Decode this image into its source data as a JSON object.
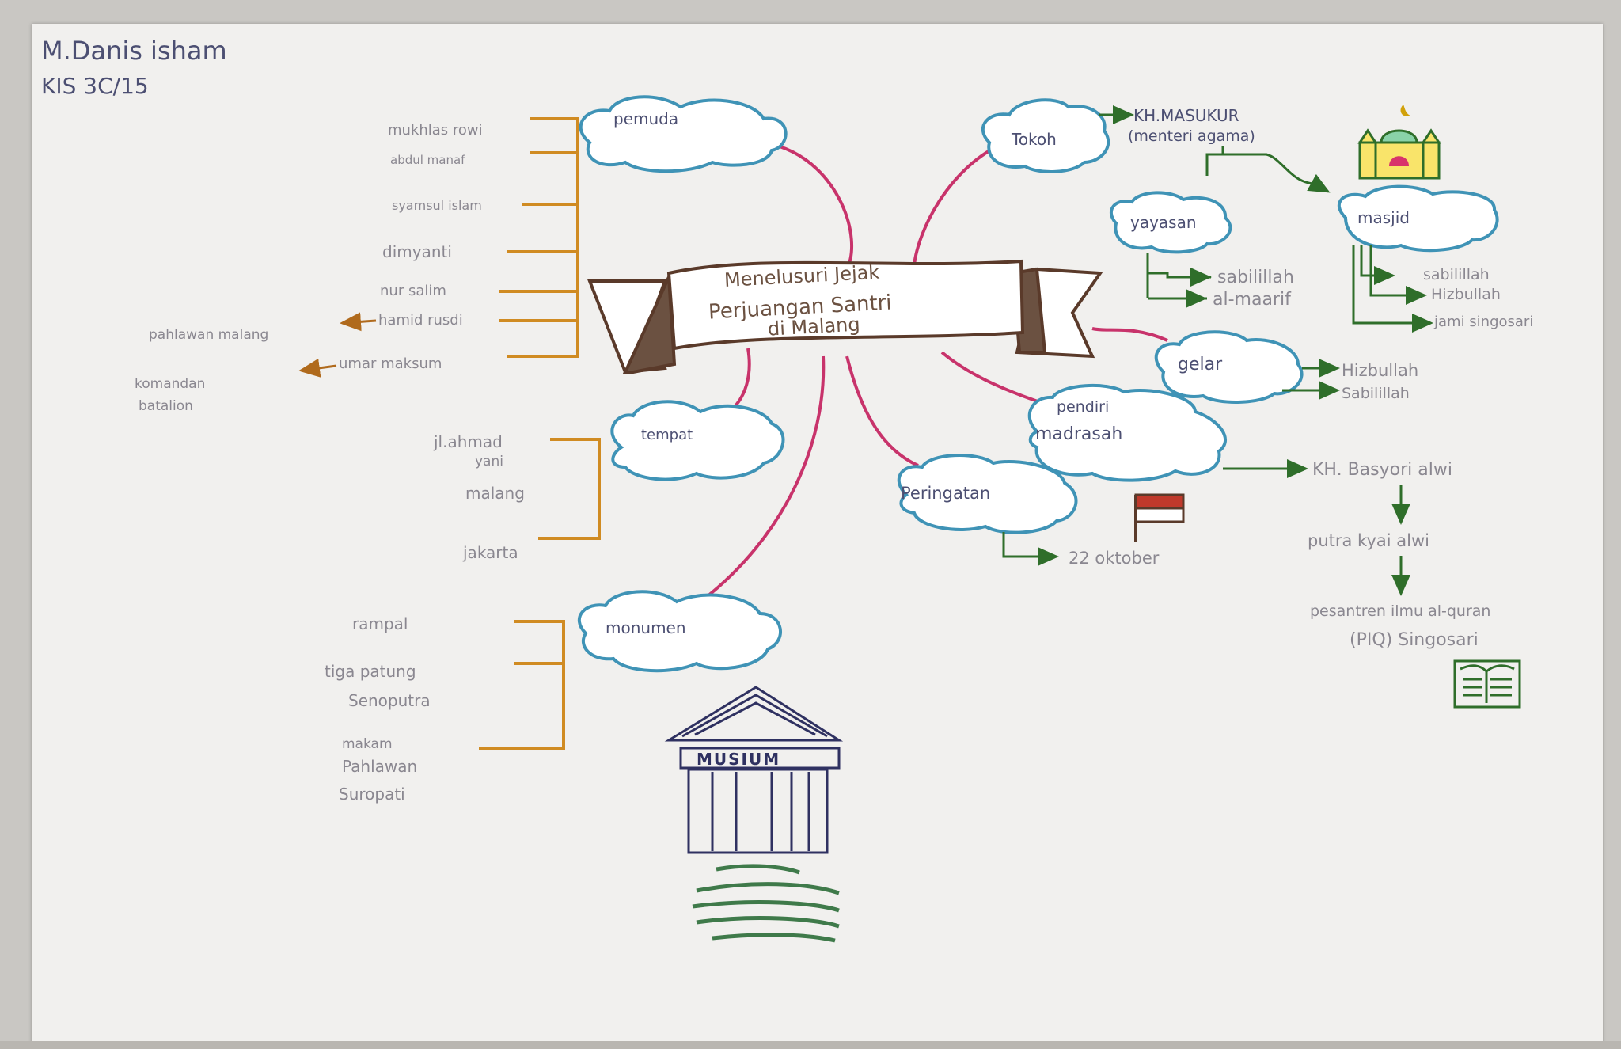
{
  "author": {
    "name": "M.Danis isham",
    "class": "KIS 3C/15"
  },
  "center": {
    "line1": "Menelusuri Jejak",
    "line2": "Perjuangan Santri",
    "line3": "di Malang"
  },
  "pemuda": {
    "label": "pemuda",
    "items": [
      "mukhlas rowi",
      "abdul manaf",
      "syamsul islam",
      "dimyanti",
      "nur salim",
      "hamid rusdi",
      "umar maksum"
    ],
    "note_hamid": "pahlawan malang",
    "note_umar": [
      "komandan",
      "batalion"
    ]
  },
  "tempat": {
    "label": "tempat",
    "items": [
      "jl.ahmad",
      "yani",
      "malang",
      "jakarta"
    ]
  },
  "monumen": {
    "label": "monumen",
    "items": [
      "rampal",
      "tiga patung",
      "Senoputra",
      "makam",
      "Pahlawan",
      "Suropati"
    ],
    "museum_sign": "MUSIUM"
  },
  "tokoh": {
    "label": "Tokoh",
    "person": "KH.MASUKUR",
    "role": "(menteri agama)"
  },
  "yayasan": {
    "label": "yayasan",
    "items": [
      "sabilillah",
      "al-maarif"
    ]
  },
  "masjid": {
    "label": "masjid",
    "items": [
      "sabilillah",
      "Hizbullah",
      "jami singosari"
    ]
  },
  "gelar": {
    "label": "gelar",
    "items": [
      "Hizbullah",
      "Sabilillah"
    ]
  },
  "pendiri": {
    "label1": "pendiri",
    "label2": "madrasah",
    "chain": [
      "KH. Basyori alwi",
      "putra kyai alwi",
      "pesantren ilmu al-quran",
      "(PIQ) Singosari"
    ]
  },
  "peringatan": {
    "label": "Peringatan",
    "date": "22 oktober"
  },
  "colors": {
    "ink_blue": "#3f93b6",
    "ink_pink": "#c8336b",
    "ink_orange": "#d08b22",
    "ink_green": "#2f6e2a",
    "ink_brown": "#5a3a2a",
    "ink_navy": "#2f3161"
  }
}
